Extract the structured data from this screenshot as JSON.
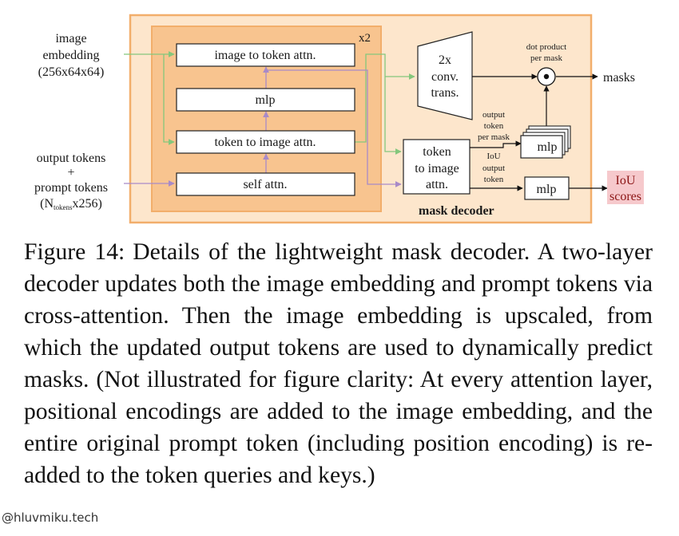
{
  "figure": {
    "inputs": {
      "image_embedding": [
        "image",
        "embedding",
        "(256x64x64)"
      ],
      "output_tokens": [
        "output tokens",
        "+",
        "prompt tokens"
      ],
      "shape_prefix": "(N",
      "shape_sub": "tokens",
      "shape_suffix": "x256)"
    },
    "repeat": "x2",
    "layers": {
      "image_to_token": "image to token attn.",
      "mlp": "mlp",
      "token_to_image": "token to image attn.",
      "self_attn": "self attn."
    },
    "conv": [
      "2x",
      "conv.",
      "trans."
    ],
    "final_attn": [
      "token",
      "to image",
      "attn."
    ],
    "dot_product": [
      "dot product",
      "per mask"
    ],
    "output_token_per_mask": [
      "output",
      "token",
      "per mask"
    ],
    "iou_output_token": [
      "IoU",
      "output",
      "token"
    ],
    "mlp_mask": "mlp",
    "mlp_iou": "mlp",
    "masks": "masks",
    "iou_scores": [
      "IoU",
      "scores"
    ],
    "decoder_title": "mask decoder",
    "colors": {
      "outer_fill": "#fde6cc",
      "outer_border": "#f2ae6b",
      "inner_fill": "#f8c48f",
      "green_arrow": "#84c77c",
      "purple_arrow": "#a88ac8",
      "iou_highlight": "#f6c9cc"
    }
  },
  "caption": {
    "lead": "Figure 14:",
    "body": "Details of the lightweight mask decoder. A two-layer decoder updates both the image embedding and prompt tokens via cross-attention. Then the image embedding is upscaled, from which the updated output tokens are used to dynamically predict masks. (Not illustrated for figure clarity: At every attention layer, positional encodings are added to the image embedding, and the entire original prompt token (including position encoding) is re-added to the token queries and keys.)"
  },
  "watermark": "@hluvmiku.tech"
}
